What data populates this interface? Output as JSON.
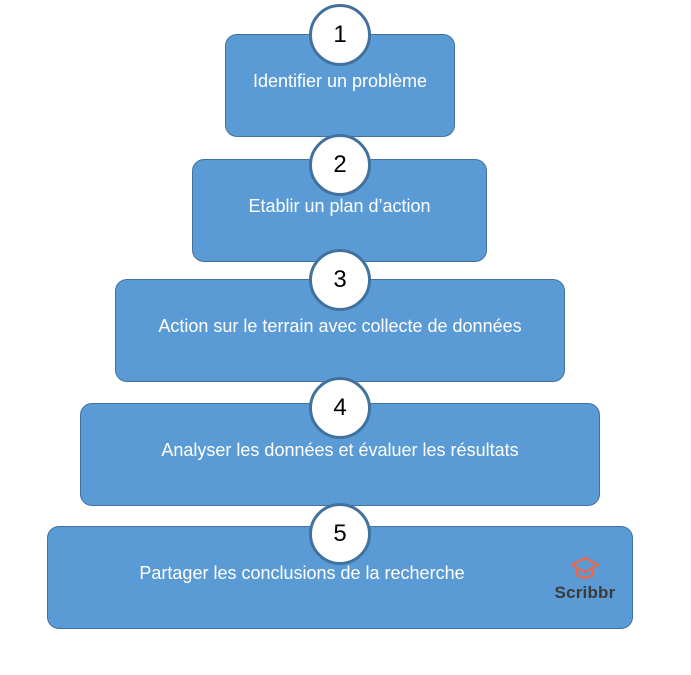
{
  "steps": [
    {
      "number": "1",
      "label": "Identifier un problème"
    },
    {
      "number": "2",
      "label": "Etablir un plan d’action"
    },
    {
      "number": "3",
      "label": "Action sur le terrain avec collecte de données"
    },
    {
      "number": "4",
      "label": "Analyser les données et évaluer les résultats"
    },
    {
      "number": "5",
      "label": "Partager les conclusions de la recherche"
    }
  ],
  "logo": {
    "text": "Scribbr",
    "color": "#e8674d"
  },
  "colors": {
    "box_fill": "#5b9bd5",
    "box_border": "#41719c",
    "circle_fill": "#ffffff",
    "circle_border": "#41719c"
  }
}
